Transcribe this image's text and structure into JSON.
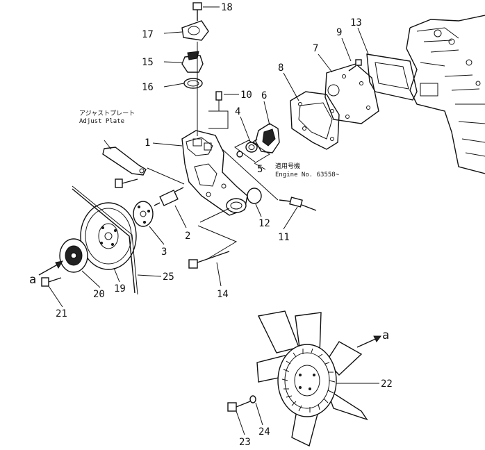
{
  "callouts": {
    "n1": "1",
    "n2": "2",
    "n3": "3",
    "n4": "4",
    "n5": "5",
    "n6": "6",
    "n7": "7",
    "n8": "8",
    "n9": "9",
    "n10": "10",
    "n11": "11",
    "n12": "12",
    "n13": "13",
    "n14": "14",
    "n15": "15",
    "n16": "16",
    "n17": "17",
    "n18": "18",
    "n19": "19",
    "n20": "20",
    "n21": "21",
    "n22": "22",
    "n23": "23",
    "n24": "24",
    "n25": "25"
  },
  "arrows": {
    "a_left": "a",
    "a_right": "a"
  },
  "annotations": {
    "adjust_plate_jp": "アジャストプレート",
    "adjust_plate_en": "Adjust  Plate",
    "serial_jp": "適用号機",
    "serial_en": "Engine No. 63558~"
  }
}
